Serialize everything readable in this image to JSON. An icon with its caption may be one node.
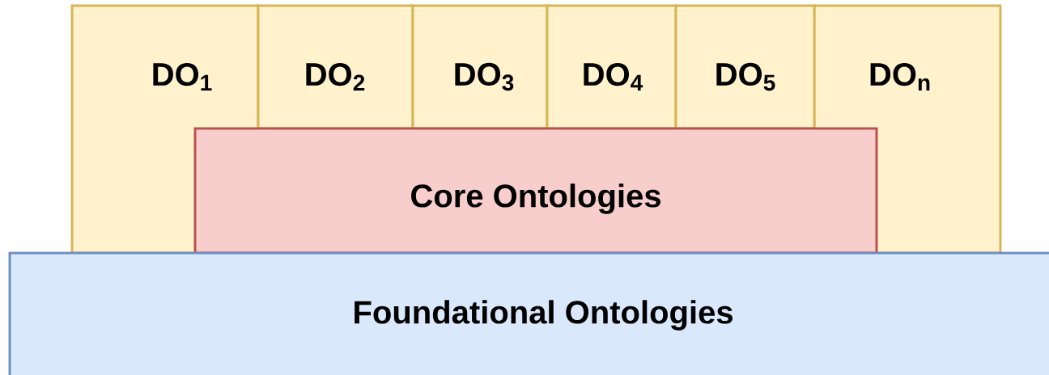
{
  "diagram": {
    "nodes": [
      {
        "text": [
          "DO$_{1}$"
        ]
      },
      {
        "text": [
          "DO$_{2}$"
        ]
      },
      {
        "text": [
          "DO$_{3}$"
        ]
      },
      {
        "text": [
          "DO$_{4}$"
        ]
      },
      {
        "text": [
          "DO$_{5}$"
        ]
      },
      {
        "text": [
          "DO$_{n}$"
        ]
      },
      {
        "text": [
          "Core Ontologies"
        ]
      },
      {
        "text": [
          "Foundational Ontologies"
        ]
      }
    ]
  }
}
